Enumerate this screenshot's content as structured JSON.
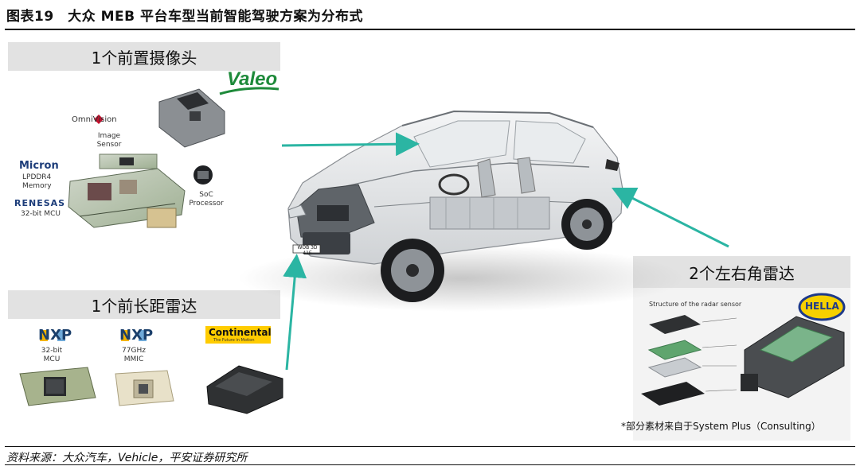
{
  "figure": {
    "title": "图表19　大众 MEB 平台车型当前智能驾驶方案为分布式"
  },
  "labels": {
    "front_camera": "1个前置摄像头",
    "front_radar": "1个前长距雷达",
    "corner_radar": "2个左右角雷达"
  },
  "camera_module": {
    "valeo_logo": "Valeo",
    "omnivision_logo": "OmniVision",
    "image_sensor": "Image\nSensor",
    "micron_logo": "Micron",
    "lpddr4": "LPDDR4\nMemory",
    "renesas_logo": "RENESAS",
    "mcu": "32-bit MCU",
    "soc": "SoC\nProcessor"
  },
  "radar_module": {
    "nxp1_logo": "NXP",
    "nxp1_caption": "32-bit\nMCU",
    "nxp2_logo": "NXP",
    "nxp2_caption": "77GHz\nMMIC",
    "continental_logo": "Continental",
    "continental_tagline": "The Future in Motion"
  },
  "corner_radar_panel": {
    "structure_caption": "Structure of the radar sensor",
    "hella_logo": "HELLA"
  },
  "car": {
    "plate": "WOB 3D 41E"
  },
  "footnote": "*部分素材来自于System Plus（Consulting）",
  "source": "资料来源：大众汽车，Vehicle，平安证券研究所",
  "colors": {
    "arrow": "#2bb5a3",
    "label_bg": "#e2e2e2",
    "valeo": "#1e8a3a",
    "nxp_yellow": "#f2b400",
    "nxp_blue": "#6fa9d8",
    "hella_yellow": "#f6d000"
  }
}
